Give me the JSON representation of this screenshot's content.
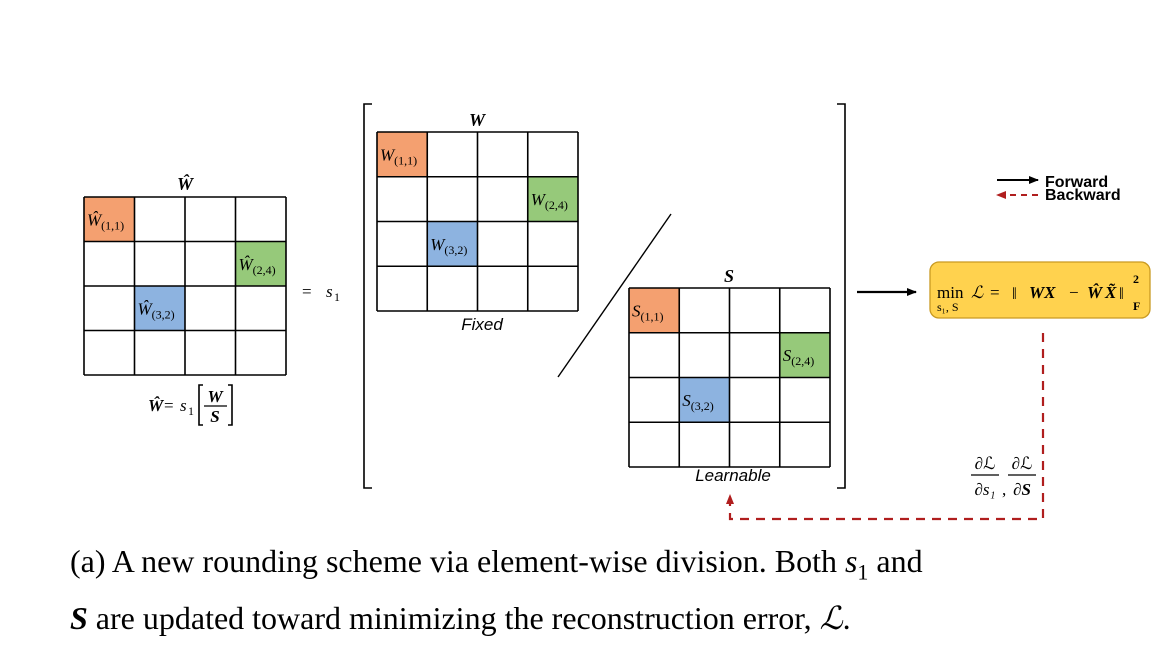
{
  "colors": {
    "orange": "#F4A070",
    "green": "#96C97A",
    "blue": "#8DB3E0",
    "yellow": "#FFD24E",
    "yellow_border": "#C99A22",
    "backward_arrow": "#B01E1E"
  },
  "w_hat_matrix": {
    "title": "Ŵ",
    "cells": [
      {
        "row": 1,
        "col": 1,
        "symbol": "Ŵ",
        "sub": "(1,1)",
        "color": "orange"
      },
      {
        "row": 2,
        "col": 4,
        "symbol": "Ŵ",
        "sub": "(2,4)",
        "color": "green"
      },
      {
        "row": 3,
        "col": 2,
        "symbol": "Ŵ",
        "sub": "(3,2)",
        "color": "blue"
      }
    ],
    "formula": {
      "lhs": "Ŵ",
      "eq": "=",
      "s1": "s",
      "s1_sub": "1",
      "num": "W",
      "den": "S"
    }
  },
  "equals_s1": {
    "eq": "=",
    "s": "s",
    "sub": "1"
  },
  "w_matrix": {
    "title": "W",
    "label": "Fixed",
    "cells": [
      {
        "row": 1,
        "col": 1,
        "symbol": "W",
        "sub": "(1,1)",
        "color": "orange"
      },
      {
        "row": 2,
        "col": 4,
        "symbol": "W",
        "sub": "(2,4)",
        "color": "green"
      },
      {
        "row": 3,
        "col": 2,
        "symbol": "W",
        "sub": "(3,2)",
        "color": "blue"
      }
    ]
  },
  "s_matrix": {
    "title": "S",
    "label": "Learnable",
    "cells": [
      {
        "row": 1,
        "col": 1,
        "symbol": "S",
        "sub": "(1,1)",
        "color": "orange"
      },
      {
        "row": 2,
        "col": 4,
        "symbol": "S",
        "sub": "(2,4)",
        "color": "green"
      },
      {
        "row": 3,
        "col": 2,
        "symbol": "S",
        "sub": "(3,2)",
        "color": "blue"
      }
    ]
  },
  "legend": {
    "forward": "Forward",
    "backward": "Backward"
  },
  "objective": {
    "min": "min",
    "min_sub": "s₁, S",
    "loss": "ℒ",
    "eq": "=",
    "norm_open": "‖",
    "wx": "WX",
    "minus": "−",
    "w_hat": "Ŵ",
    "x_tilde": "X̃",
    "norm_close": "‖",
    "sup": "2",
    "sub": "F"
  },
  "gradients": {
    "num1": "∂ℒ",
    "den1": "∂s₁",
    "comma": ",",
    "num2": "∂ℒ",
    "den2": "∂S"
  },
  "caption": {
    "prefix": "(a) A new rounding scheme via element-wise division. Both ",
    "s1": "s",
    "s1_sub": "1",
    "mid": " and",
    "S": "S",
    "rest": " are updated toward minimizing the reconstruction error, ",
    "L": "ℒ",
    "end": "."
  }
}
